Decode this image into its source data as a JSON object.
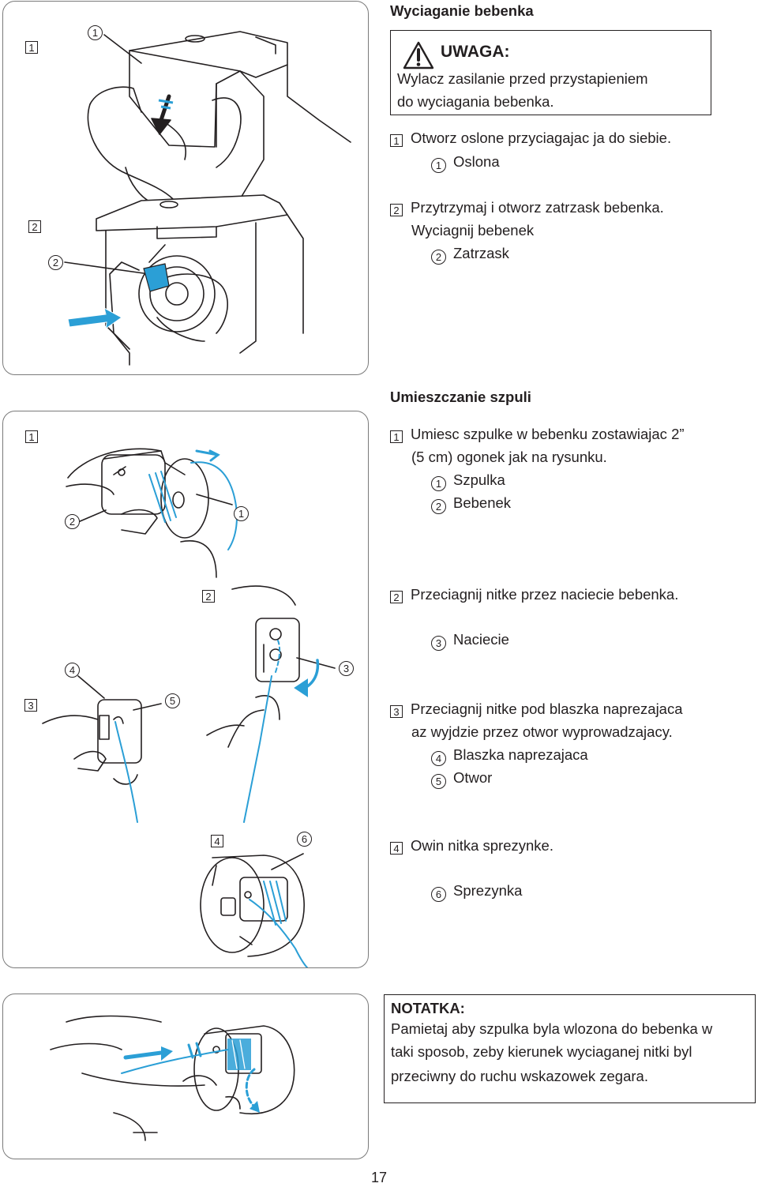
{
  "section1": {
    "heading": "Wyciaganie bebenka",
    "warning_title": "UWAGA:",
    "warning_line1": "Wylacz zasilanie przed przystapieniem",
    "warning_line2": "do wyciagania bebenka.",
    "step1_num": "1",
    "step1_text": "Otworz oslone przyciagajac ja do siebie.",
    "callout1_num": "1",
    "callout1_text": "Oslona",
    "step2_num": "2",
    "step2_text": "Przytrzymaj i otworz zatrzask bebenka.",
    "step2_text2": "Wyciagnij bebenek",
    "callout2_num": "2",
    "callout2_text": "Zatrzask",
    "fig_step1": "1",
    "fig_callout1": "1",
    "fig_step2": "2",
    "fig_callout2": "2"
  },
  "section2": {
    "heading": "Umieszczanie szpuli",
    "step1_num": "1",
    "step1_line1": "Umiesc szpulke w bebenku zostawiajac 2”",
    "step1_line2": "(5 cm) ogonek jak na rysunku.",
    "callout1_num": "1",
    "callout1_text": "Szpulka",
    "callout2_num": "2",
    "callout2_text": "Bebenek",
    "step2_num": "2",
    "step2_text": "Przeciagnij nitke przez naciecie bebenka.",
    "callout3_num": "3",
    "callout3_text": "Naciecie",
    "step3_num": "3",
    "step3_line1": "Przeciagnij nitke pod blaszka naprezajaca",
    "step3_line2": "az wyjdzie przez otwor wyprowadzajacy.",
    "callout4_num": "4",
    "callout4_text": "Blaszka naprezajaca",
    "callout5_num": "5",
    "callout5_text": "Otwor",
    "step4_num": "4",
    "step4_text": "Owin nitka sprezynke.",
    "callout6_num": "6",
    "callout6_text": "Sprezynka",
    "fig_step1": "1",
    "fig_callout1": "1",
    "fig_callout2": "2",
    "fig_step2": "2",
    "fig_callout3": "3",
    "fig_callout4": "4",
    "fig_step3": "3",
    "fig_callout5": "5",
    "fig_step4": "4",
    "fig_callout6": "6"
  },
  "note": {
    "title": "NOTATKA:",
    "line1": "Pamietaj aby szpulka byla wlozona do bebenka w",
    "line2": "taki sposob, zeby kierunek wyciaganej nitki byl",
    "line3": "przeciwny do ruchu wskazowek zegara."
  },
  "page_number": "17",
  "colors": {
    "accent_blue": "#2b9fd6",
    "line": "#231f20",
    "panel_border": "#7a7a7a"
  }
}
